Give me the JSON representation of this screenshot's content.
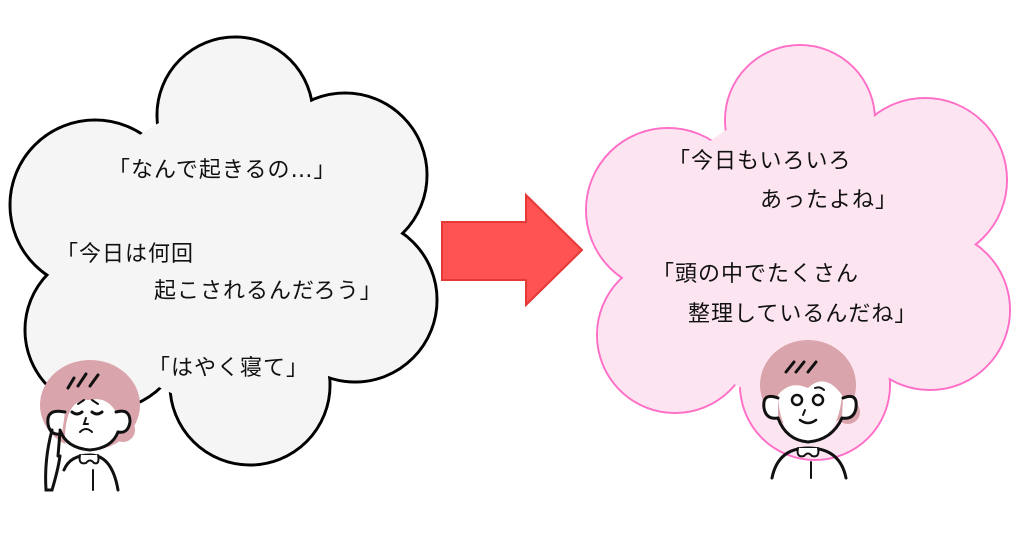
{
  "left_bubble": {
    "lines": [
      "「なんで起きるの…」",
      "「今日は何回",
      "起こされるんだろう」",
      "「はやく寝て」"
    ],
    "fill": "#f5f5f5",
    "stroke": "#000000"
  },
  "right_bubble": {
    "lines": [
      "「今日もいろいろ",
      "あったよね」",
      "「頭の中でたくさん",
      "整理しているんだね」"
    ],
    "fill": "#fde4f1",
    "stroke": "#ff6ec7"
  },
  "arrow": {
    "fill": "#ff5252",
    "stroke": "#e53935"
  },
  "hair_color": "#d9a4ab"
}
